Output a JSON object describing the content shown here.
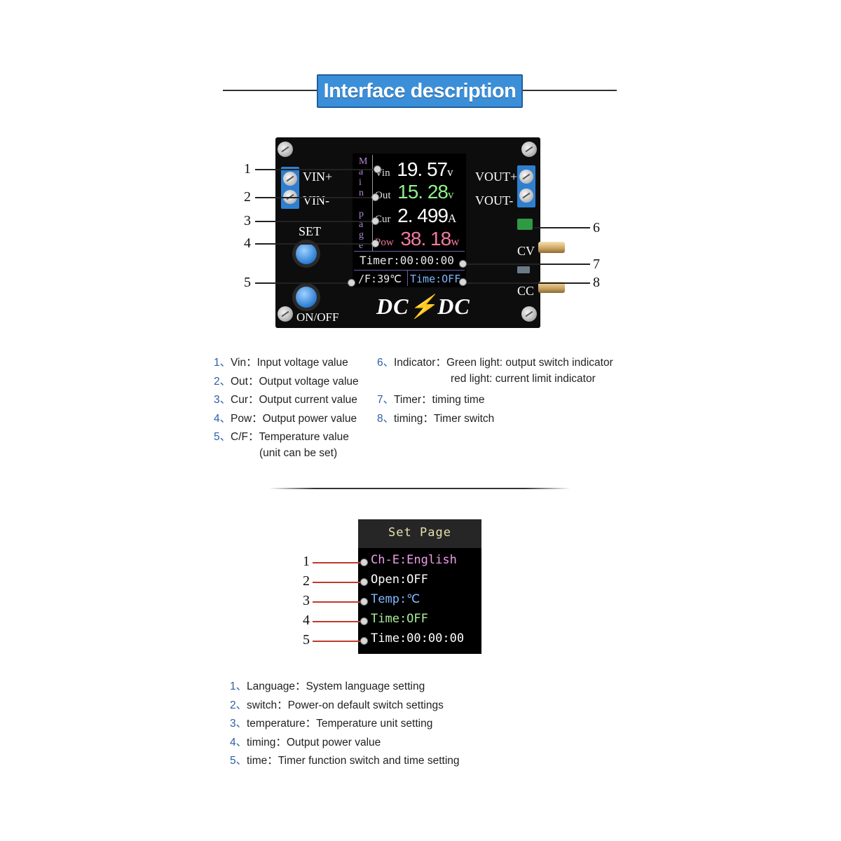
{
  "header": {
    "title": "Interface description"
  },
  "board": {
    "vin_plus": "VIN+",
    "vin_minus": "VIN-",
    "vout_plus": "VOUT+",
    "vout_minus": "VOUT-",
    "set": "SET",
    "onoff": "ON/OFF",
    "cv": "CV",
    "cc": "CC",
    "logo": "DC⚡DC",
    "lcd": {
      "side_label": [
        "M",
        "a",
        "i",
        "n",
        " ",
        "p",
        "a",
        "g",
        "e"
      ],
      "vin_label": "Vin",
      "vin_value": "19. 57",
      "vin_unit": "v",
      "out_label": "Out",
      "out_value": "15. 28",
      "out_unit": "v",
      "cur_label": "Cur",
      "cur_value": "2. 499",
      "cur_unit": "A",
      "pow_label": "Pow",
      "pow_value": "38. 18",
      "pow_unit": "w",
      "timer": "Timer:00:00:00",
      "temp": "/F:39℃",
      "time": "Time:OFF"
    },
    "colors": {
      "vin": "#ffffff",
      "out": "#8ff08a",
      "cur": "#ffffff",
      "pow": "#f07aa0",
      "side": "#b38ad6",
      "time": "#7fb8ff"
    }
  },
  "callouts_top": [
    "1",
    "2",
    "3",
    "4",
    "5",
    "6",
    "7",
    "8"
  ],
  "descriptions_top_left": [
    {
      "n": "1、",
      "text": "Vin：Input voltage value"
    },
    {
      "n": "2、",
      "text": "Out：Output voltage value"
    },
    {
      "n": "3、",
      "text": "Cur：Output current value"
    },
    {
      "n": "4、",
      "text": "Pow：Output power value"
    },
    {
      "n": "5、",
      "text": "C/F：Temperature value"
    },
    {
      "n": "",
      "text": "(unit can be set)"
    }
  ],
  "descriptions_top_right": [
    {
      "n": "6、",
      "text": "Indicator：Green light: output switch indicator"
    },
    {
      "n": "",
      "text": "red light: current limit indicator"
    },
    {
      "n": "7、",
      "text": "Timer：timing time"
    },
    {
      "n": "8、",
      "text": "timing：Timer switch"
    }
  ],
  "setpage": {
    "title": "Set Page",
    "rows": [
      {
        "text": "Ch-E:English",
        "color": "#ee9ee8"
      },
      {
        "text": "Open:OFF",
        "color": "#ffffff"
      },
      {
        "text": "Temp:℃",
        "color": "#7fb8ff"
      },
      {
        "text": "Time:OFF",
        "color": "#a8f09a"
      },
      {
        "text": "Time:00:00:00",
        "color": "#ffffff"
      }
    ]
  },
  "callouts_bottom": [
    "1",
    "2",
    "3",
    "4",
    "5"
  ],
  "descriptions_bottom": [
    {
      "n": "1、",
      "text": "Language：System language setting"
    },
    {
      "n": "2、",
      "text": "switch：Power-on default switch settings"
    },
    {
      "n": "3、",
      "text": "temperature：Temperature unit setting"
    },
    {
      "n": "4、",
      "text": "timing：Output power value"
    },
    {
      "n": "5、",
      "text": "time：Timer function switch and time setting"
    }
  ]
}
